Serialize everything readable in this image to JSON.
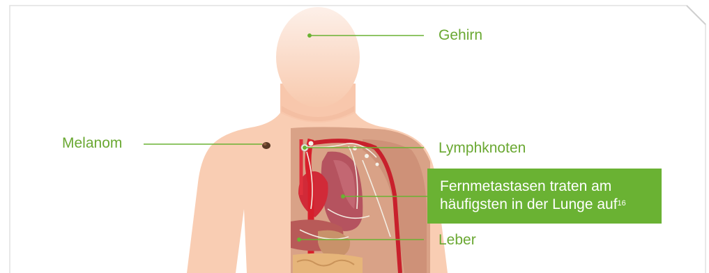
{
  "labels": {
    "brain": "Gehirn",
    "melanoma": "Melanom",
    "lymph_nodes": "Lymphknoten",
    "liver": "Leber"
  },
  "callout": {
    "line1": "Fernmetastasen traten am",
    "line2": "häufigsten in der Lunge auf",
    "footnote": "16"
  },
  "colors": {
    "accent": "#6ab233",
    "label_text": "#6aa832",
    "skin": "#f9cdb3",
    "head_light": "#fbe3d6",
    "lung": "#b5535f",
    "artery": "#d71f2b"
  }
}
